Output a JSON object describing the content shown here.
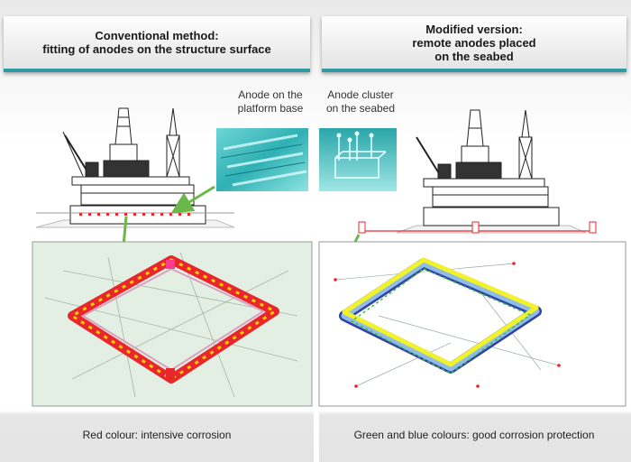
{
  "headers": {
    "left": "Conventional method:\nfitting of anodes on the structure surface",
    "right": "Modified version:\nremote anodes placed\non the seabed"
  },
  "captions": {
    "anode_platform": "Anode on the\nplatform base",
    "anode_cluster": "Anode cluster\non the seabed"
  },
  "footers": {
    "left": "Red colour: intensive corrosion",
    "right": "Green and blue colours: good corrosion protection"
  },
  "colors": {
    "accent": "#2f9aa3",
    "arrow": "#6bb84a",
    "corrosion_red": "#e8262b",
    "protect_blue": "#3340a8",
    "protect_yellow": "#f2f22a",
    "protect_green": "#3bbd4a"
  }
}
